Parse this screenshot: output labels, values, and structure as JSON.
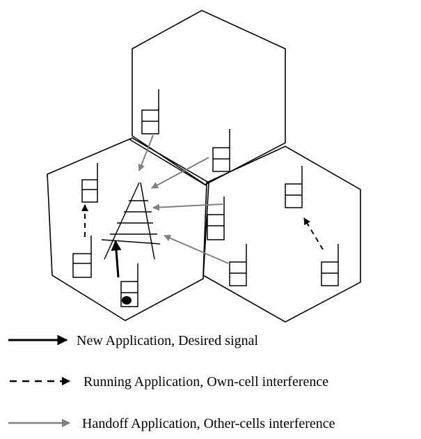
{
  "diagram": {
    "cells": [
      "top-cell",
      "left-cell",
      "right-cell"
    ],
    "mobiles": {
      "left_cell": 3,
      "top_cell": 2,
      "right_cell": 4
    }
  },
  "legend": {
    "items": [
      {
        "label": "New Application, Desired signal",
        "line_style": "solid",
        "color": "#000000"
      },
      {
        "label": "Running Application, Own-cell interference",
        "line_style": "dashed",
        "color": "#000000"
      },
      {
        "label": "Handoff Application, Other-cells interference",
        "line_style": "solid",
        "color": "#808080"
      }
    ]
  },
  "colors": {
    "outline": "#000000",
    "handoff_arrow": "#808080",
    "background": "#ffffff"
  },
  "icons": {
    "mobile": "mobile-phone-icon",
    "tower": "base-station-tower-icon"
  }
}
